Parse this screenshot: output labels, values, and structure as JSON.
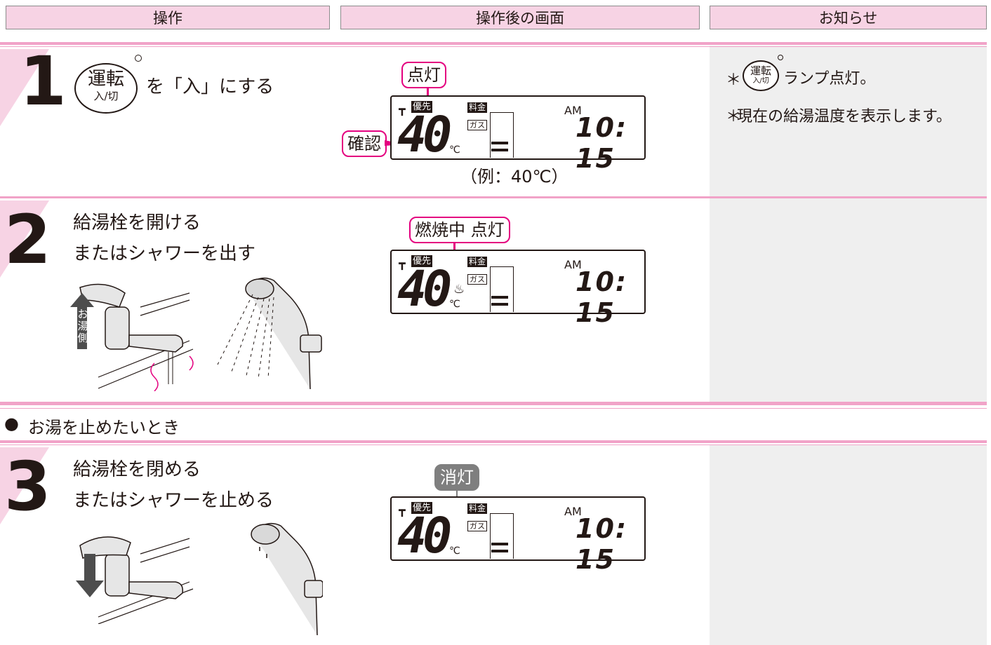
{
  "header": {
    "col_operation": "操作",
    "col_screen": "操作後の画面",
    "col_notice": "お知らせ"
  },
  "steps": [
    {
      "number": "1",
      "button_top": "運転",
      "button_bottom": "入/切",
      "text_lines": [
        "を「入」にする"
      ],
      "callouts": [
        "点灯",
        "確認"
      ],
      "lcd": {
        "priority": "優先",
        "temp": "40",
        "deg": "℃",
        "fee": "料金",
        "gas": "ガス",
        "am": "AM",
        "clock": "10: 15"
      },
      "example": "（例：40℃）",
      "notes": [
        "ランプ点灯。",
        "現在の給湯温度を表示します。"
      ],
      "note_prefix": "＊"
    },
    {
      "number": "2",
      "text_lines": [
        "給湯栓を開ける",
        "またはシャワーを出す"
      ],
      "callouts": [
        "燃焼中 点灯"
      ],
      "lcd": {
        "priority": "優先",
        "temp": "40",
        "deg": "℃",
        "fee": "料金",
        "gas": "ガス",
        "am": "AM",
        "clock": "10: 15"
      },
      "faucet_label": "お湯側"
    },
    {
      "number": "3",
      "text_lines": [
        "給湯栓を閉める",
        "またはシャワーを止める"
      ],
      "callouts": [
        "消灯"
      ],
      "lcd": {
        "priority": "優先",
        "temp": "40",
        "deg": "℃",
        "fee": "料金",
        "gas": "ガス",
        "am": "AM",
        "clock": "10: 15"
      }
    }
  ],
  "section": {
    "bullet": "●",
    "title": "お湯を止めたいとき"
  },
  "colors": {
    "pink": "#f1a3c8",
    "header_bg": "#f7d3e4",
    "magenta": "#e4007f",
    "notes_bg": "#efefef"
  }
}
